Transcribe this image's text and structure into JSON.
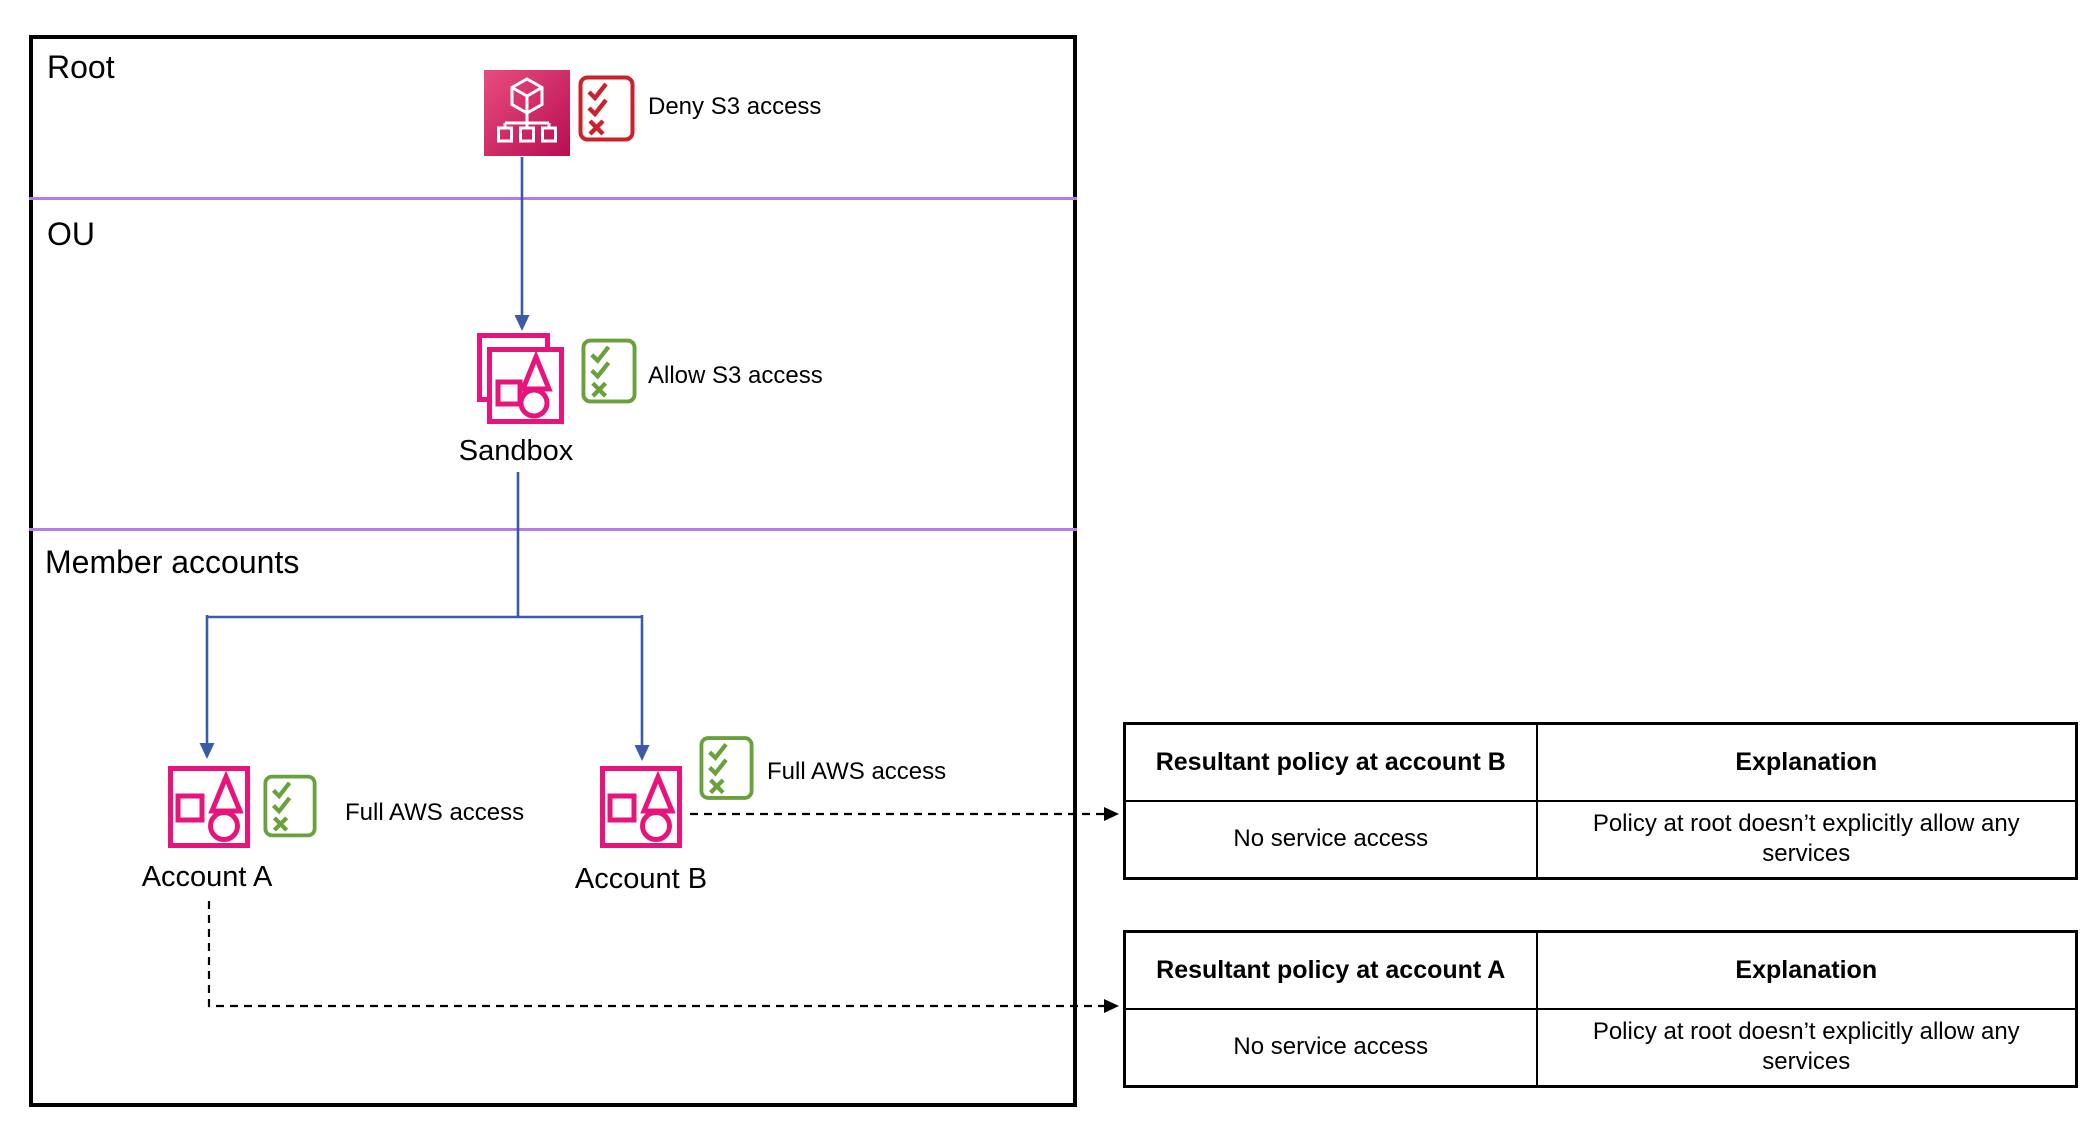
{
  "diagram": {
    "sections": {
      "root": "Root",
      "ou": "OU",
      "member_accounts": "Member accounts"
    },
    "nodes": {
      "root": {
        "policy": "Deny S3 access"
      },
      "sandbox": {
        "name": "Sandbox",
        "policy": "Allow S3 access"
      },
      "account_a": {
        "name": "Account A",
        "policy": "Full AWS access"
      },
      "account_b": {
        "name": "Account B",
        "policy": "Full AWS access"
      }
    },
    "icons": {
      "organizations_root": "aws-organizations-icon",
      "organizational_unit": "ou-stacked-shapes-icon",
      "account": "aws-account-shapes-icon",
      "deny_policy": "red-policy-checklist-icon",
      "allow_policy": "green-policy-checklist-icon"
    }
  },
  "tables": [
    {
      "headers": [
        "Resultant policy at account B",
        "Explanation"
      ],
      "rows": [
        [
          "No service access",
          "Policy at root doesn’t explicitly allow any services"
        ]
      ]
    },
    {
      "headers": [
        "Resultant policy at account A",
        "Explanation"
      ],
      "rows": [
        [
          "No service access",
          "Policy at root doesn’t explicitly allow any services"
        ]
      ]
    }
  ],
  "colors": {
    "pink": "#E7157B",
    "pink_light": "#E84D7F",
    "pink_dark": "#B80D52",
    "red": "#C8232B",
    "green": "#69A23C",
    "blue": "#3C5BA6",
    "purple": "#B07EE6",
    "ink": "#000000",
    "paper": "#FFFFFF"
  }
}
